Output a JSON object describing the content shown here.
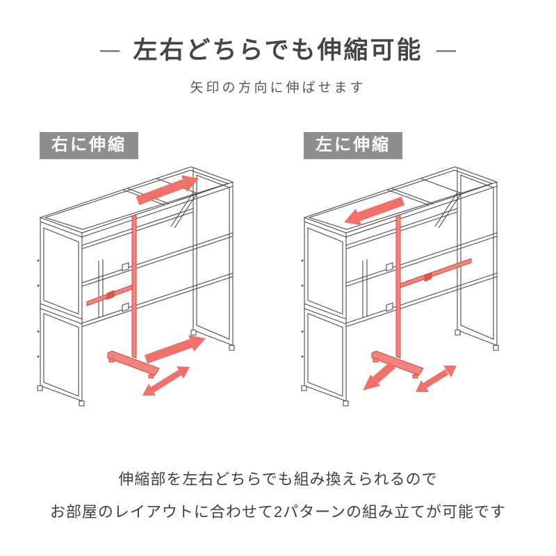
{
  "header": {
    "title": "左右どちらでも伸縮可能",
    "subtitle": "矢印の方向に伸ばせます"
  },
  "diagrams": [
    {
      "label": "右に伸縮",
      "arrow_direction": "right"
    },
    {
      "label": "左に伸縮",
      "arrow_direction": "left"
    }
  ],
  "footer": {
    "line1": "伸縮部を左右どちらでも組み換えられるので",
    "line2": "お部屋のレイアウトに合わせて2パターンの組み立てが可能です"
  },
  "colors": {
    "accent_red": "#F0716B",
    "red_part_fill": "#F3837C",
    "label_background": "#8E8E8E",
    "label_text": "#FFFFFF",
    "line_art": "#4A4A4A",
    "title_text": "#454545",
    "body_text": "#3F3F3F",
    "background": "#FFFFFF"
  },
  "icons": {
    "extend_arrow": "thick salmon arrow showing extension direction",
    "slide_arrow": "double-headed salmon arrow showing sliding range"
  }
}
